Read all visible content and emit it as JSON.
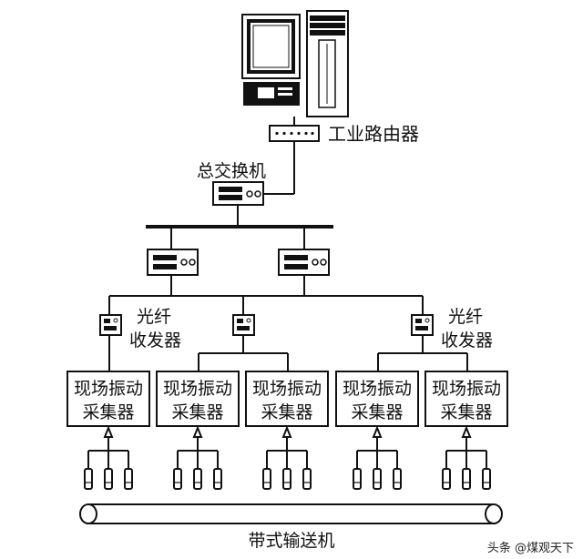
{
  "labels": {
    "router": "工业路由器",
    "main_switch": "总交换机",
    "fiber_left_1": "光纤",
    "fiber_left_2": "收发器",
    "fiber_right_1": "光纤",
    "fiber_right_2": "收发器",
    "conveyor": "带式输送机"
  },
  "collectors": [
    {
      "line1": "现场振动",
      "line2": "采集器"
    },
    {
      "line1": "现场振动",
      "line2": "采集器"
    },
    {
      "line1": "现场振动",
      "line2": "采集器"
    },
    {
      "line1": "现场振动",
      "line2": "采集器"
    },
    {
      "line1": "现场振动",
      "line2": "采集器"
    }
  ],
  "watermark": "头条 @煤观天下",
  "colors": {
    "line": "#111111",
    "background": "#ffffff"
  }
}
